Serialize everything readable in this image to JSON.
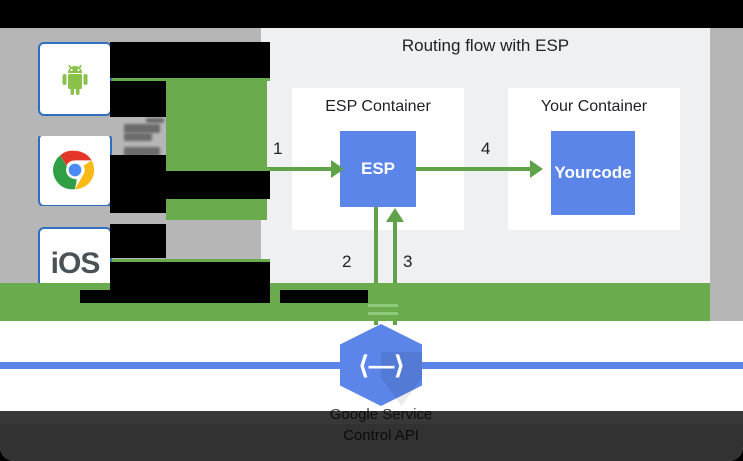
{
  "diagram": {
    "title": "Routing flow with ESP",
    "containers": [
      {
        "label": "ESP Container",
        "box_label": "ESP"
      },
      {
        "label": "Your Container",
        "box_label": "Your\ncode"
      }
    ],
    "box_esp_label": "ESP",
    "box_your_label_line1": "Your",
    "box_your_label_line2": "code",
    "steps": [
      "1",
      "2",
      "3",
      "4"
    ],
    "step_1": "1",
    "step_2": "2",
    "step_3": "3",
    "step_4": "4"
  },
  "clients": {
    "items": [
      {
        "name": "android-icon",
        "label": ""
      },
      {
        "name": "chrome-icon",
        "label": ""
      },
      {
        "name": "ios-icon",
        "label": "iOS"
      }
    ],
    "ios_label": "iOS"
  },
  "service": {
    "glyph": "⟨—⟩",
    "caption_line1": "Google Service",
    "caption_line2": "Control API"
  },
  "colors": {
    "green": "#6aab4e",
    "arrow_green": "#5fa24a",
    "blue": "#5b85e8",
    "panel_bg": "#eff0f1",
    "gutter_gray": "#b6b6b6",
    "text": "#202124"
  }
}
